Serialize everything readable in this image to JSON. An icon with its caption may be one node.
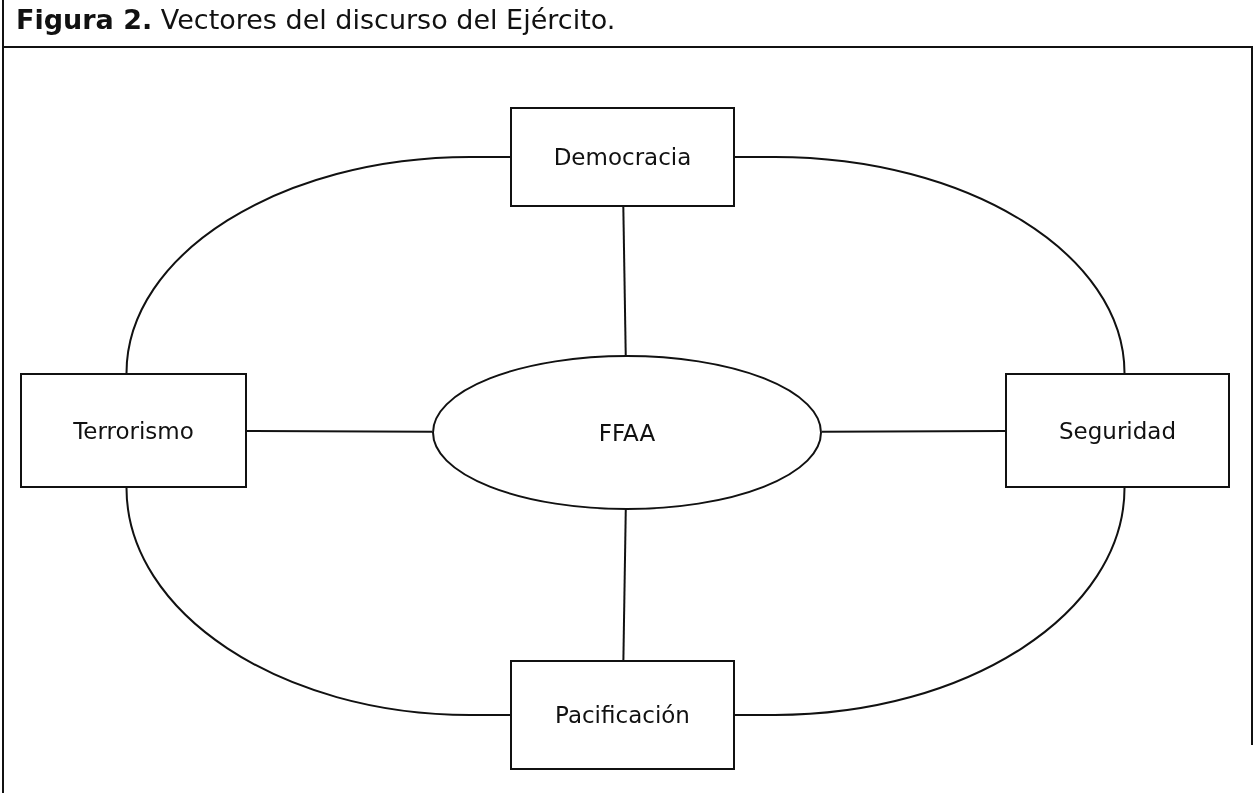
{
  "diagram": {
    "title": "**Figura 2.** Vectores del discurso del Ejército.",
    "nodes": [
      {
        "text": [
          "Democracia"
        ]
      },
      {
        "text": [
          "Terrorismo"
        ]
      },
      {
        "text": [
          "FFAA"
        ]
      },
      {
        "text": [
          "Seguridad"
        ]
      },
      {
        "text": [
          "Pacificación"
        ]
      }
    ],
    "edges": [
      {
        "from": 0,
        "to": 2,
        "arrow": "none"
      },
      {
        "from": 1,
        "to": 2,
        "arrow": "none"
      },
      {
        "from": 2,
        "to": 3,
        "arrow": "none"
      },
      {
        "from": 2,
        "to": 4,
        "arrow": "none"
      },
      {
        "from": 0,
        "to": 1,
        "arrow": "none"
      },
      {
        "from": 0,
        "to": 3,
        "arrow": "none"
      },
      {
        "from": 1,
        "to": 4,
        "arrow": "none"
      },
      {
        "from": 3,
        "to": 4,
        "arrow": "none"
      }
    ]
  }
}
